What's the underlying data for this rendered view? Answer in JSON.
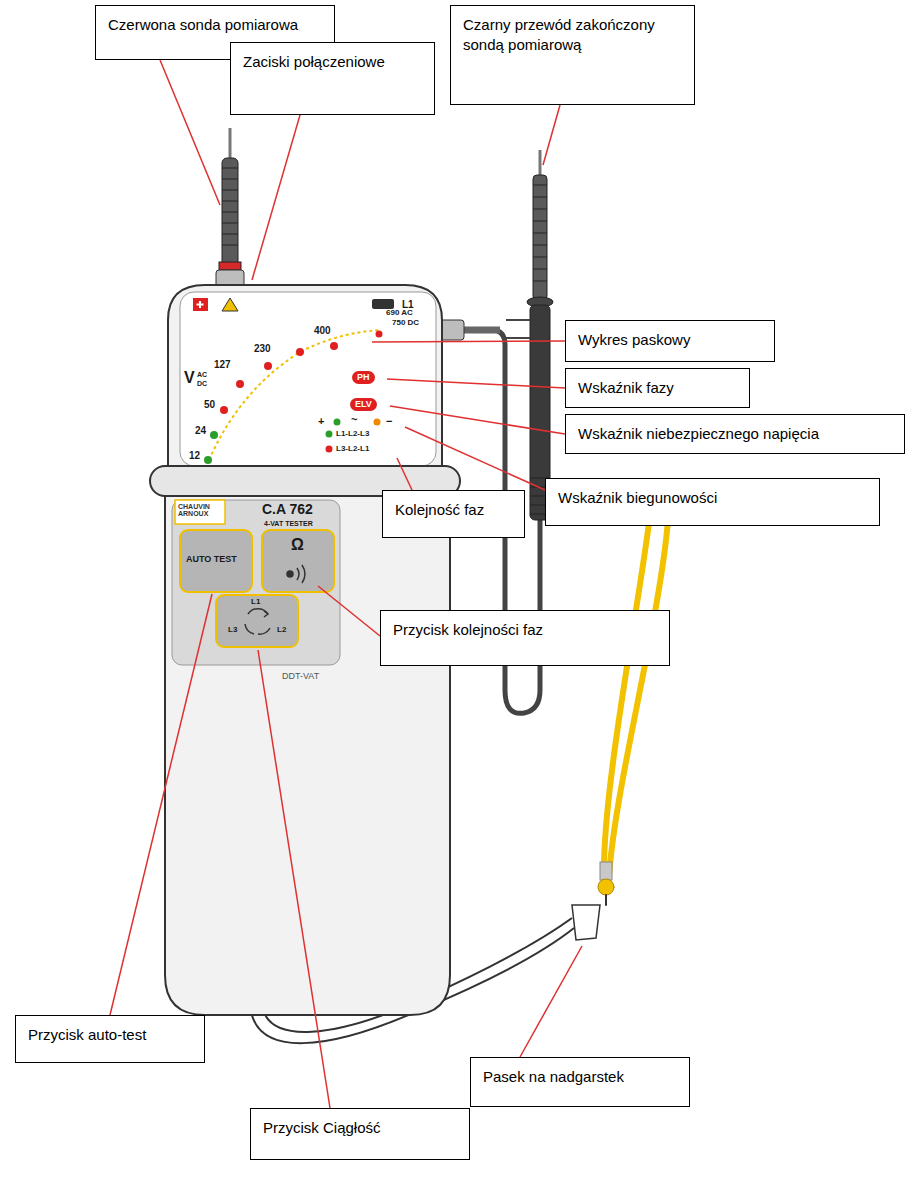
{
  "diagram": {
    "nodes": [
      {
        "text": [
          "Czerwona sonda pomiarowa"
        ]
      },
      {
        "text": [
          "Czarny przewód zakończony sondą pomiarową"
        ]
      },
      {
        "text": [
          "Zaciski połączeniowe"
        ]
      },
      {
        "text": [
          "Wykres paskowy"
        ]
      },
      {
        "text": [
          "Wskaźnik fazy"
        ]
      },
      {
        "text": [
          "Wskaźnik niebezpiecznego napięcia"
        ]
      },
      {
        "text": [
          "Wskaźnik biegunowości"
        ]
      },
      {
        "text": [
          "Kolejność faz"
        ]
      },
      {
        "text": [
          "Przycisk kolejności faz"
        ]
      },
      {
        "text": [
          "Przycisk auto-test"
        ]
      },
      {
        "text": [
          "Pasek na nadgarstek"
        ]
      },
      {
        "text": [
          "Przycisk Ciągłość"
        ]
      }
    ],
    "labels": [
      "L1",
      "690 AC",
      "750 DC",
      "400",
      "230",
      "127",
      "V",
      "AC",
      "DC",
      "50",
      "24",
      "12",
      "PH",
      "ELV",
      "+",
      "~",
      "−",
      "L1-L2-L3",
      "L3-L2-L1",
      "CHAUVIN ARNOUX",
      "C.A 762",
      "4-VAT TESTER",
      "AUTO TEST",
      "Ω",
      "L1",
      "L3",
      "L2",
      "DDT-VAT"
    ]
  }
}
